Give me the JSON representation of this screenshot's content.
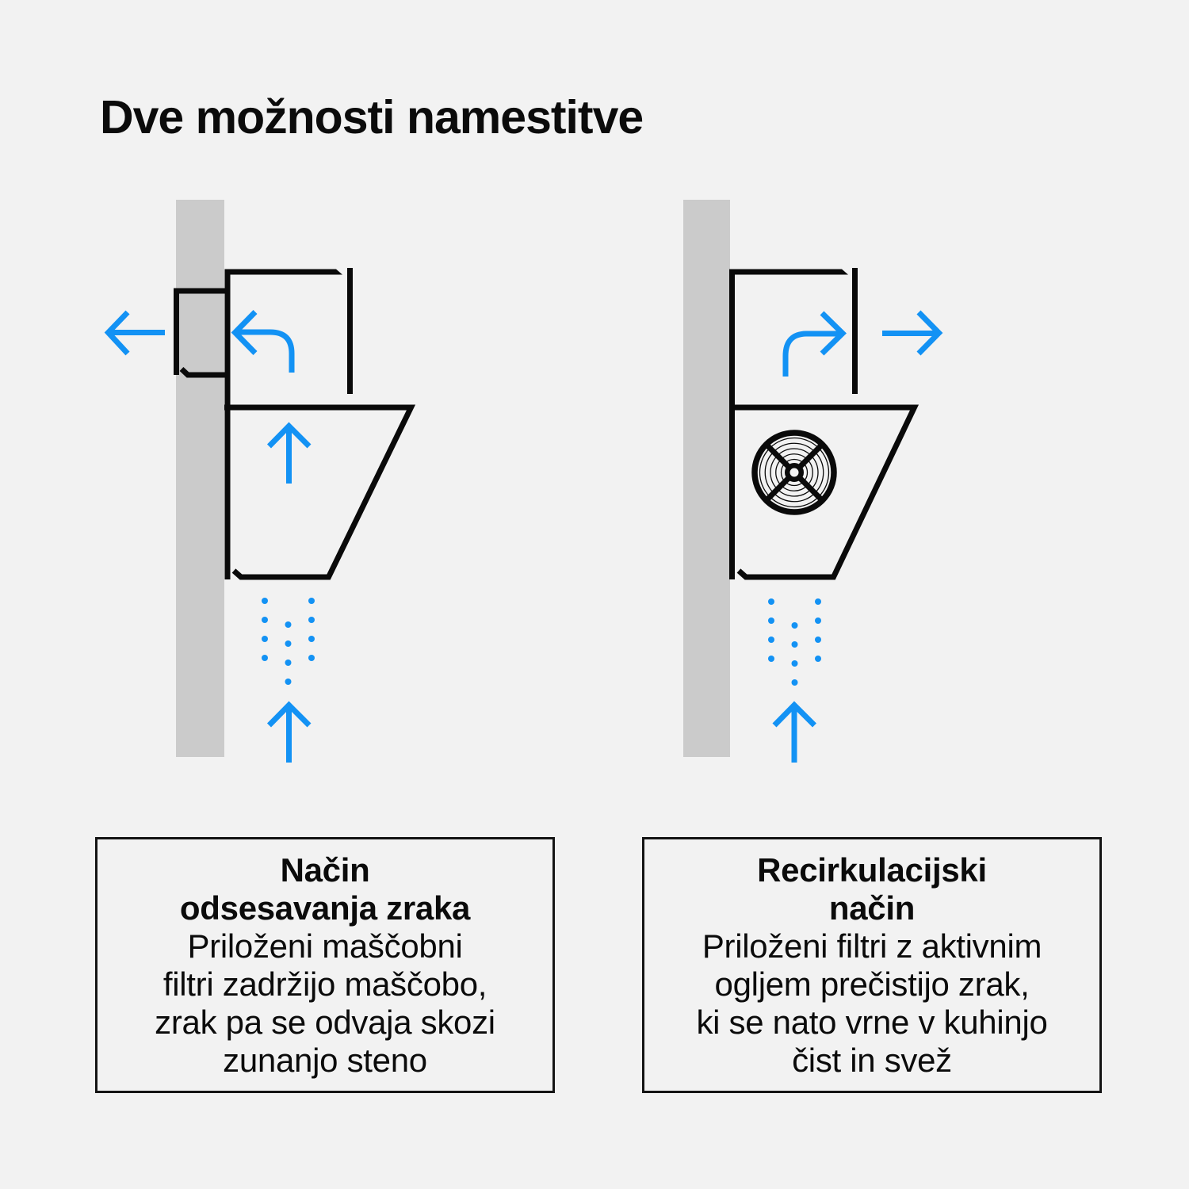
{
  "page": {
    "title": "Dve možnosti namestitve",
    "background": "#f2f2f2"
  },
  "colors": {
    "accent_blue": "#1392f4",
    "line_black": "#0a0a0a",
    "wall_gray": "#cbcbcb",
    "card_border": "#141414",
    "text": "#0b0b0b",
    "bg": "#f2f2f2"
  },
  "diagrams": {
    "left": {
      "mode": "extraction",
      "parts": {
        "wall": "wall",
        "duct": "exhaust-duct-through-wall-icon",
        "hood": "cooker-hood-icon",
        "steam": "steam-dots-icon",
        "arrows": [
          "air-exhaust-left-arrow",
          "air-curve-up-left-arrow",
          "air-up-arrow",
          "steam-up-arrow"
        ]
      }
    },
    "right": {
      "mode": "recirculation",
      "parts": {
        "wall": "wall",
        "hood": "cooker-hood-icon",
        "fan": "fan-icon",
        "steam": "steam-dots-icon",
        "arrows": [
          "air-curve-up-right-arrow",
          "air-return-right-arrow",
          "steam-up-arrow"
        ]
      }
    }
  },
  "cards": {
    "left": {
      "title_lines": [
        "Način",
        "odsesavanja zraka"
      ],
      "body_lines": [
        "Priloženi maščobni",
        "filtri zadržijo maščobo,",
        "zrak pa se odvaja skozi",
        "zunanjo steno"
      ]
    },
    "right": {
      "title_lines": [
        "Recirkulacijski",
        "način"
      ],
      "body_lines": [
        "Priloženi filtri z aktivnim",
        "ogljem prečistijo zrak,",
        "ki se nato vrne v kuhinjo",
        "čist in svež"
      ]
    }
  }
}
